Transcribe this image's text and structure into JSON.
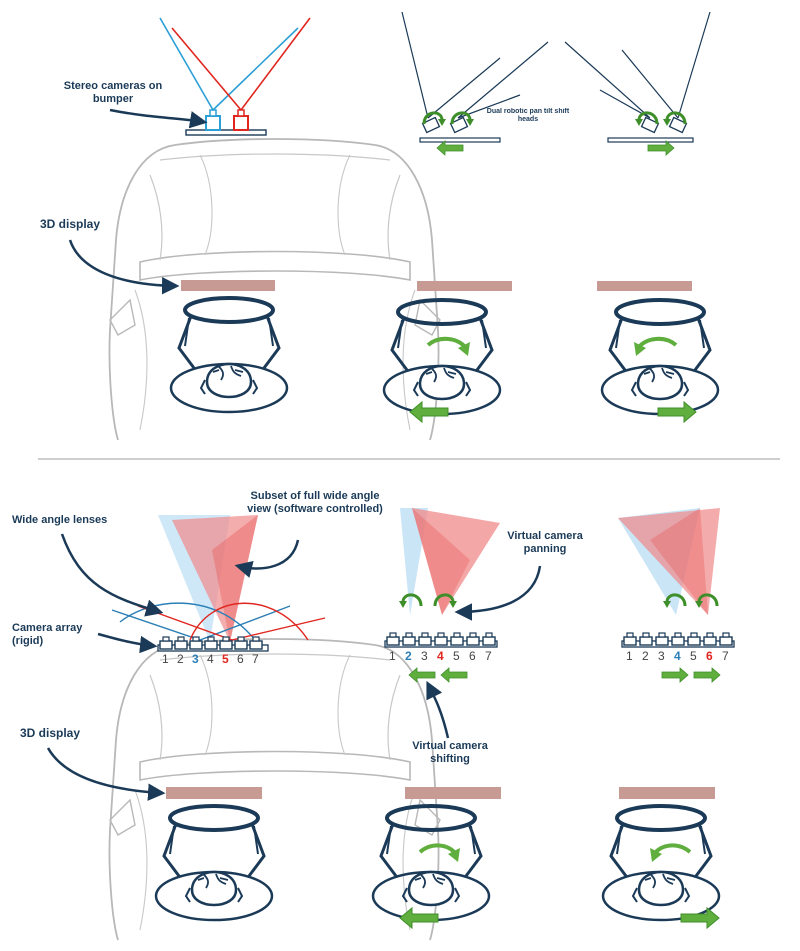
{
  "labels": {
    "stereo_cameras": "Stereo cameras on bumper",
    "display_top": "3D display",
    "dual_heads": "Dual robotic pan tilt shift heads",
    "subset_view": "Subset of full wide angle view (software controlled)",
    "wide_angle": "Wide angle lenses",
    "camera_array": "Camera array (rigid)",
    "virtual_panning": "Virtual camera panning",
    "virtual_shifting": "Virtual camera shifting",
    "display_bottom": "3D display"
  },
  "arrays": {
    "left_numbers": [
      "1",
      "2",
      "3",
      "4",
      "5",
      "6",
      "7"
    ],
    "middle_numbers": [
      "1",
      "2",
      "3",
      "4",
      "5",
      "6",
      "7"
    ],
    "right_numbers": [
      "1",
      "2",
      "3",
      "4",
      "5",
      "6",
      "7"
    ]
  },
  "colors": {
    "navy": "#1b3a57",
    "blue": "#2b9fd6",
    "red": "#e0261f",
    "green": "#5fae3e",
    "display": "#c79a94",
    "car_line": "#b8b8b8"
  }
}
